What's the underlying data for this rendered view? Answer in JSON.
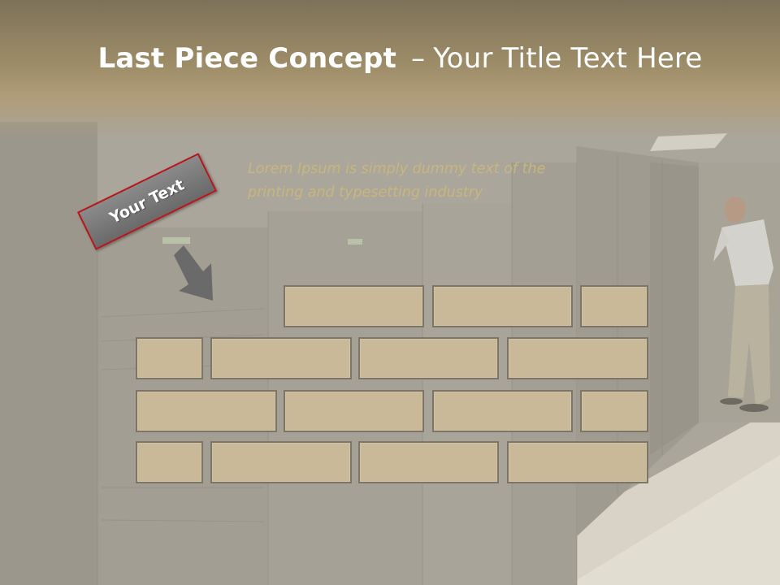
{
  "slide": {
    "title_bold": "Last Piece Concept",
    "title_separator": "–",
    "title_rest": "Your Title Text Here",
    "body_text": "Lorem Ipsum is simply dummy text of the printing and typesetting industry",
    "tag_label": "Your Text"
  },
  "colors": {
    "title_band": "#9c8b67",
    "brick_fill": "#c9b998",
    "brick_border": "#7d7566",
    "tag_fill": "#7a7a7a",
    "tag_border": "#b8151b",
    "body_text": "#c9b57e"
  },
  "icons": {
    "arrow": "arrow-down-right-icon"
  }
}
